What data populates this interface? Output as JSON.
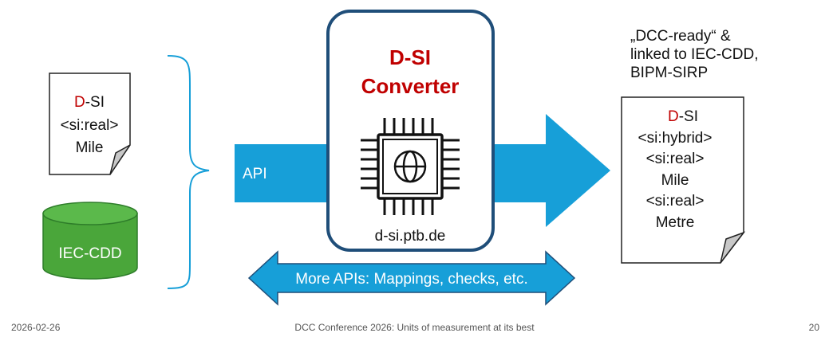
{
  "input_doc": {
    "prefix": "D",
    "suffix": "-SI",
    "line2": "<si:real>",
    "line3": "Mile"
  },
  "database": {
    "label": "IEC-CDD"
  },
  "api_arrow": {
    "label": "API"
  },
  "converter": {
    "title_line1": "D-SI",
    "title_line2": "Converter",
    "url": "d-si.ptb.de"
  },
  "bottom_arrow": {
    "label": "More APIs: Mappings, checks, etc."
  },
  "note": {
    "line1": "„DCC-ready“ &",
    "line2": "linked to IEC-CDD,",
    "line3": "BIPM-SIRP"
  },
  "output_doc": {
    "prefix": "D",
    "suffix": "-SI",
    "lines": [
      "<si:hybrid>",
      "<si:real>",
      "Mile",
      "<si:real>",
      "Metre"
    ]
  },
  "footer": {
    "date": "2026-02-26",
    "title": "DCC Conference 2026: Units of measurement at its best",
    "page": "20"
  },
  "colors": {
    "accent_red": "#c00000",
    "arrow_blue": "#179fd8",
    "frame_navy": "#1f4e79",
    "db_green": "#4aa63a"
  }
}
